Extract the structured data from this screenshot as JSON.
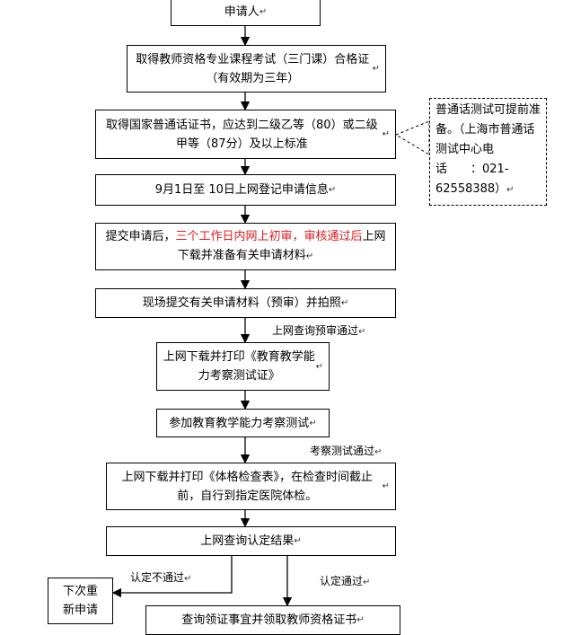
{
  "steps": {
    "s1": "申请人",
    "s2": "取得教师资格专业课程考试（三门课）合格证（有效期为三年）",
    "s3": "取得国家普通话证书，应达到二级乙等（80）或二级甲等（87分）及以上标准",
    "s4": "9月1日至 10日上网登记申请信息",
    "s5_pre": "提交申请后，",
    "s5_red": "三个工作日内网上初审，审核通过后",
    "s5_post": "上网下载并准备有关申请材料",
    "s6": "现场提交有关申请材料（预审）并拍照",
    "s7": "上网下载并打印《教育教学能力考察测试证》",
    "s8": "参加教育教学能力考察测试",
    "s9": "上网下载并打印《体格检查表》，在检查时间截止前，自行到指定医院体检。",
    "s10": "上网查询认定结果",
    "s11": "下次重新申请",
    "s12": "查询领证事宜并领取教师资格证书"
  },
  "note": "普通话测试可提前准备。（上海市普通话测试中心电　　话　　：021-62558388）",
  "labels": {
    "l1": "上网查询预审通过",
    "l2": "考察测试通过",
    "l3": "认定不通过",
    "l4": "认定通过"
  },
  "colors": {
    "highlight": "#e0191e"
  }
}
